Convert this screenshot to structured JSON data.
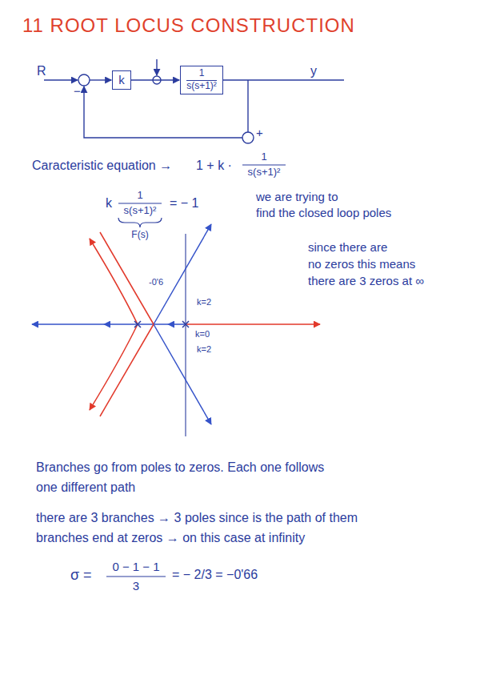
{
  "diagram": {
    "title": "11 ROOT LOCUS CONSTRUCTION",
    "nodes": [
      {
        "text": [
          "k"
        ]
      },
      {
        "text": [
          "1",
          "s(s+1)²"
        ]
      }
    ],
    "edges": [
      {
        "from": 0,
        "to": 1,
        "arrow": "to"
      }
    ],
    "labels": [
      "R",
      "y",
      "−",
      "+",
      "Caracteristic equation →",
      "1 + k ·",
      "1",
      "s(s+1)²",
      "k",
      "1",
      "s(s+1)²",
      "= − 1",
      "F(s)",
      "we are trying to",
      "find the closed loop poles",
      "since there are",
      "no zeros this means",
      "there are 3 zeros at ∞",
      "-0'6",
      "k=2",
      "k=0",
      "k=2",
      "Branches go from poles to zeros. Each one follows",
      "one different path",
      "there are 3 branches → 3 poles since is the path of them",
      "branches end at zeros → on this case at infinity",
      "σ =",
      "0 − 1 − 1",
      "3",
      "= − 2/3 = −0'66"
    ]
  }
}
